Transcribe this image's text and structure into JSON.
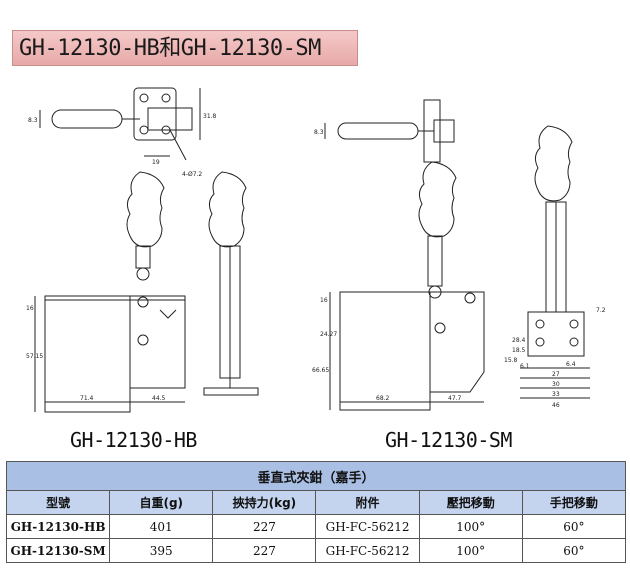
{
  "title": "GH-12130-HB和GH-12130-SM",
  "drawings": {
    "left_caption": "GH-12130-HB",
    "right_caption": "GH-12130-SM",
    "left_dims": [
      "8.3",
      "31.8",
      "19",
      "4-Ø7.2",
      "16",
      "57.15",
      "71.4",
      "44.5"
    ],
    "right_dims": [
      "8.3",
      "24.27",
      "16",
      "66.65",
      "68.2",
      "47.7",
      "28.4",
      "18.5",
      "15.8",
      "6.1",
      "6.4",
      "7.2",
      "27",
      "30",
      "33",
      "46"
    ]
  },
  "table": {
    "heading": "垂直式夾鉗（嘉手）",
    "columns": [
      "型號",
      "自重(g)",
      "挾持力(kg)",
      "附件",
      "壓把移動",
      "手把移動"
    ],
    "rows": [
      [
        "GH-12130-HB",
        "401",
        "227",
        "GH-FC-56212",
        "100°",
        "60°"
      ],
      [
        "GH-12130-SM",
        "395",
        "227",
        "GH-FC-56212",
        "100°",
        "60°"
      ]
    ]
  }
}
